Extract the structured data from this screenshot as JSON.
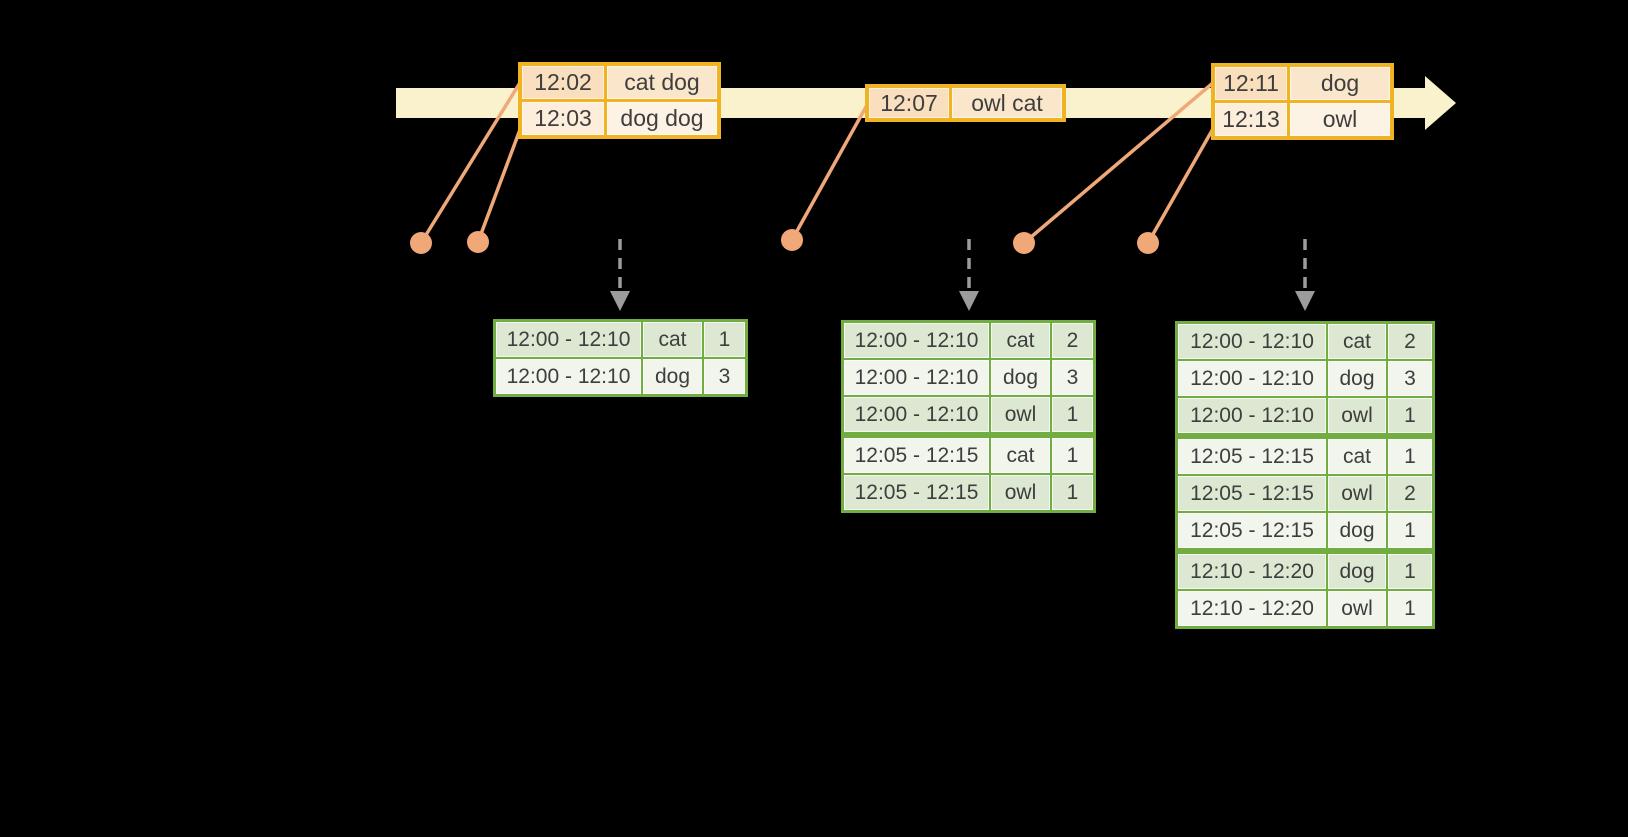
{
  "diagram": {
    "background": "#000000",
    "colors": {
      "timeline_fill": "#FAF1CD",
      "event_table_border": "#F0B323",
      "event_cell_dark_time": "#F9DFBD",
      "event_cell_dark_word": "#FAE6CB",
      "event_cell_light_time": "#FCEEDA",
      "event_cell_light_word": "#FDF3E5",
      "connector": "#F0A878",
      "result_table_border": "#71AD41",
      "result_cell_dark": "#DCE8D2",
      "result_cell_light": "#F1F5EC",
      "output_arrow": "#9C9C9C",
      "text": "#3E3E3E"
    },
    "event_tables": [
      {
        "rows": [
          {
            "time": "12:02",
            "words": "cat dog"
          },
          {
            "time": "12:03",
            "words": "dog dog"
          }
        ]
      },
      {
        "rows": [
          {
            "time": "12:07",
            "words": "owl cat"
          }
        ]
      },
      {
        "rows": [
          {
            "time": "12:11",
            "words": "dog"
          },
          {
            "time": "12:13",
            "words": "owl"
          }
        ]
      }
    ],
    "result_tables": [
      {
        "rows": [
          {
            "window": "12:00 - 12:10",
            "word": "cat",
            "count": "1"
          },
          {
            "window": "12:00 - 12:10",
            "word": "dog",
            "count": "3"
          }
        ]
      },
      {
        "rows": [
          {
            "window": "12:00 - 12:10",
            "word": "cat",
            "count": "2"
          },
          {
            "window": "12:00 - 12:10",
            "word": "dog",
            "count": "3"
          },
          {
            "window": "12:00 - 12:10",
            "word": "owl",
            "count": "1"
          },
          {
            "window": "12:05 - 12:15",
            "word": "cat",
            "count": "1"
          },
          {
            "window": "12:05 - 12:15",
            "word": "owl",
            "count": "1"
          }
        ]
      },
      {
        "rows": [
          {
            "window": "12:00 - 12:10",
            "word": "cat",
            "count": "2"
          },
          {
            "window": "12:00 - 12:10",
            "word": "dog",
            "count": "3"
          },
          {
            "window": "12:00 - 12:10",
            "word": "owl",
            "count": "1"
          },
          {
            "window": "12:05 - 12:15",
            "word": "cat",
            "count": "1"
          },
          {
            "window": "12:05 - 12:15",
            "word": "owl",
            "count": "2"
          },
          {
            "window": "12:05 - 12:15",
            "word": "dog",
            "count": "1"
          },
          {
            "window": "12:10 - 12:20",
            "word": "dog",
            "count": "1"
          },
          {
            "window": "12:10 - 12:20",
            "word": "owl",
            "count": "1"
          }
        ]
      }
    ]
  }
}
